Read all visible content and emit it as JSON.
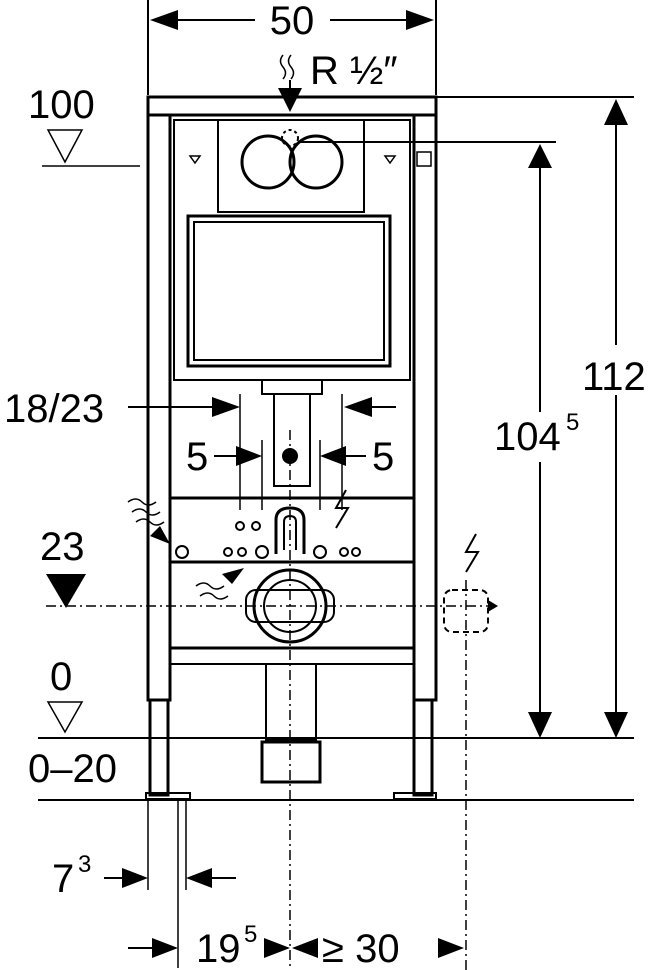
{
  "dimensions": {
    "width_top": "50",
    "pipe": "R ½″",
    "height_total": "112",
    "height_mount": "104",
    "height_mount_sup": "5",
    "flush_spacing": "18/23",
    "offset_left": "5",
    "offset_right": "5",
    "level_top": "100",
    "level_mid": "23",
    "level_floor": "0",
    "floor_range": "0–20",
    "foot_width": "7",
    "foot_width_sup": "3",
    "center_offset": "19",
    "center_offset_sup": "5",
    "min_clearance": "≥ 30"
  }
}
